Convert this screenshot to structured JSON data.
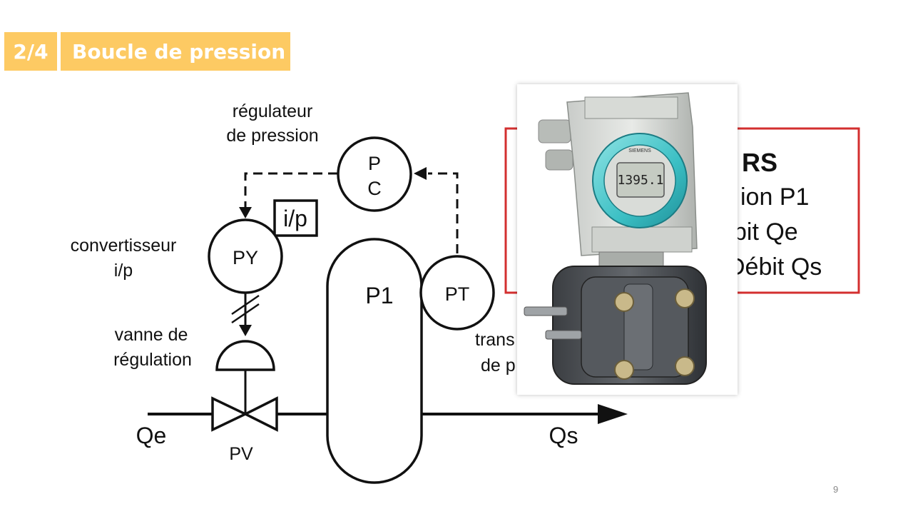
{
  "header": {
    "number": "2/4",
    "title": "Boucle de pression"
  },
  "diagram": {
    "labels": {
      "regulateur_line1": "régulateur",
      "regulateur_line2": "de pression",
      "convertisseur_line1": "convertisseur",
      "convertisseur_line2": "i/p",
      "vanne_line1": "vanne de",
      "vanne_line2": "régulation",
      "transmetteur_line1": "trans",
      "transmetteur_line2": "de p"
    },
    "symbols": {
      "pc_top": "P",
      "pc_bottom": "C",
      "ip_box": "i/p",
      "py": "PY",
      "pt": "PT",
      "pv": "PV",
      "tank": "P1",
      "inlet": "Qe",
      "outlet": "Qs"
    }
  },
  "legend_box": {
    "title": "RS",
    "items": [
      "ion P1",
      "bit Qe",
      "Débit Qs"
    ],
    "border_color": "#d32f2f"
  },
  "photo": {
    "display_value": "1395.1",
    "brand": "SIEMENS"
  },
  "page_number": "9",
  "colors": {
    "accent": "#fdca63"
  }
}
